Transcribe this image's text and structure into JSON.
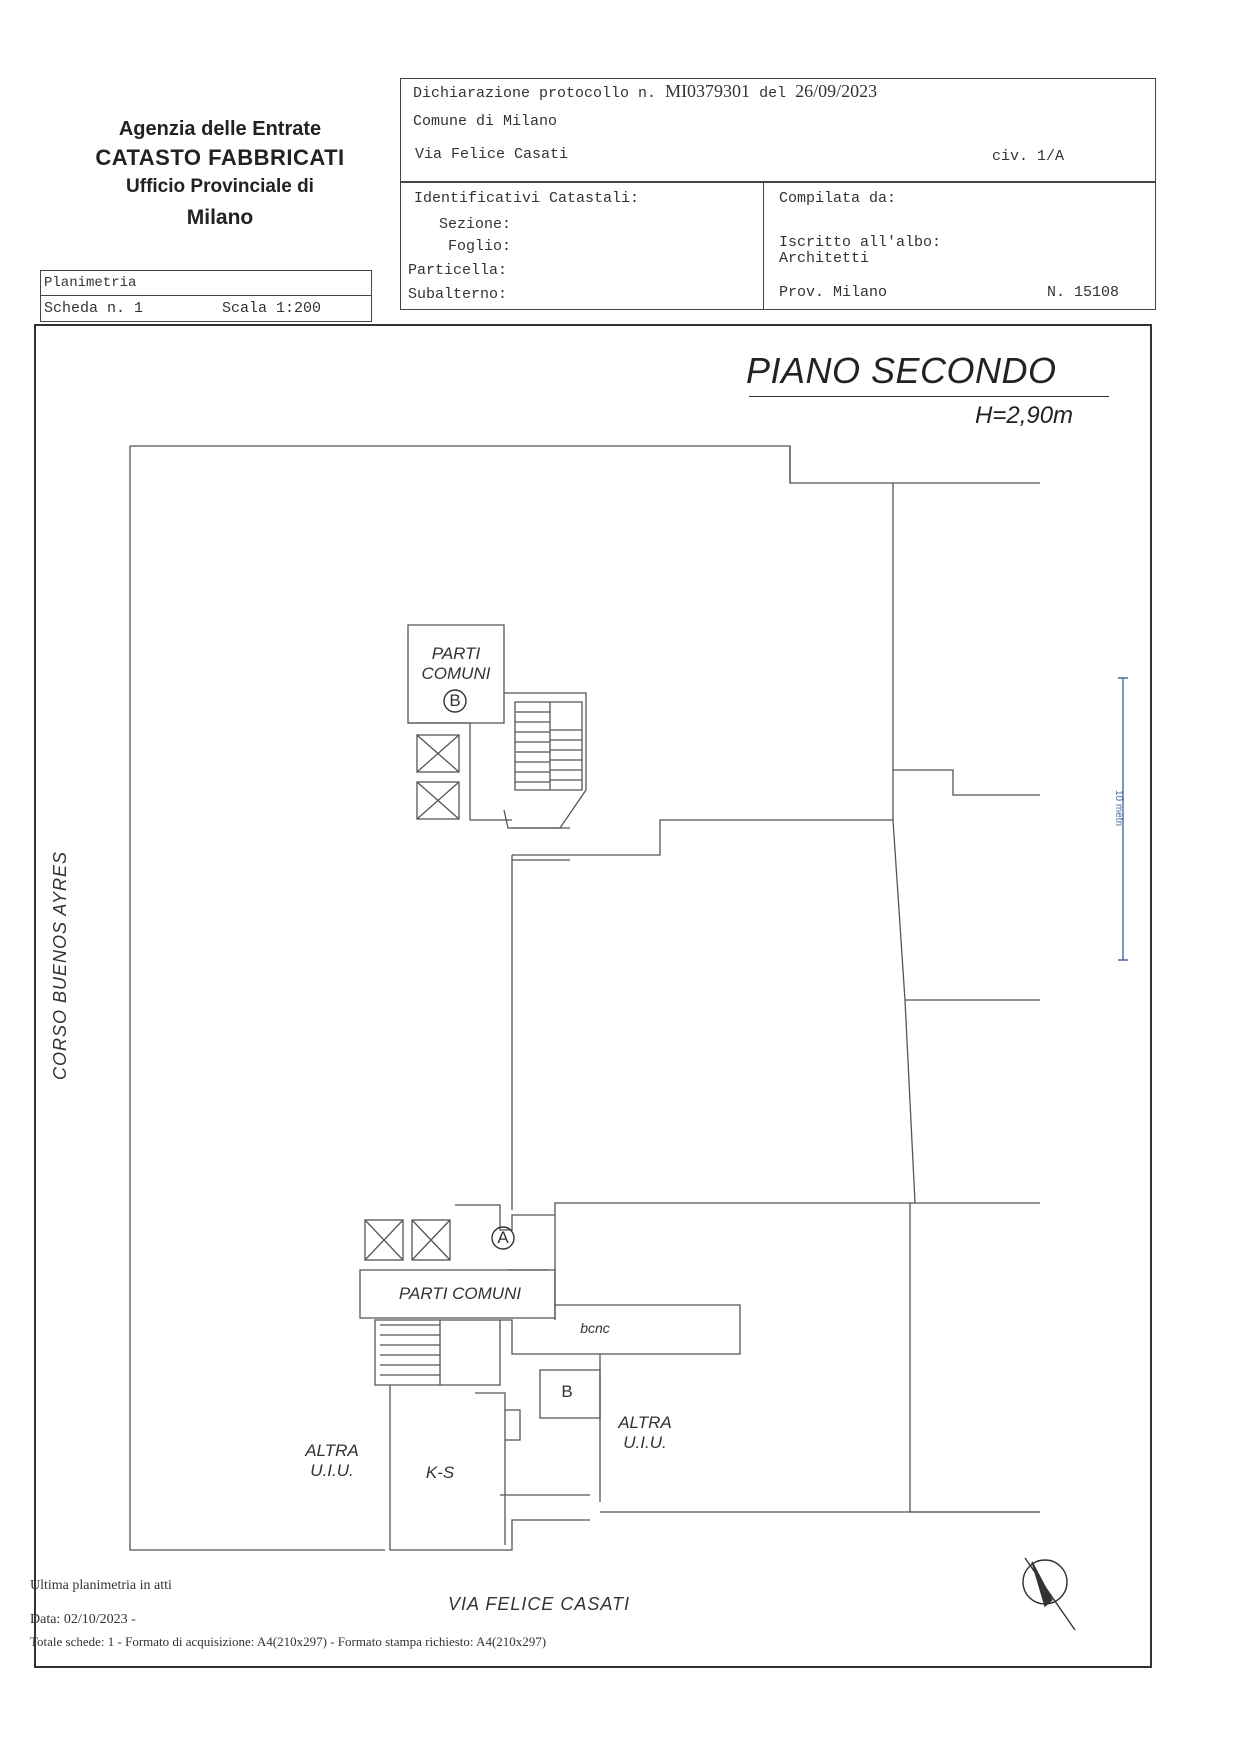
{
  "header": {
    "agency_line1": "Agenzia delle Entrate",
    "agency_line2": "CATASTO FABBRICATI",
    "agency_line3": "Ufficio Provinciale di",
    "agency_line4": "Milano",
    "declaration_prefix": "Dichiarazione protocollo n.",
    "protocol_number": "MI0379301",
    "date_prefix": "del",
    "protocol_date": "26/09/2023",
    "municipality": "Comune di Milano",
    "street": "Via Felice Casati",
    "civic_number": "civ. 1/A"
  },
  "identifiers": {
    "title": "Identificativi Catastali:",
    "sezione": "Sezione:",
    "foglio": "Foglio:",
    "particella": "Particella:",
    "subalterno": "Subalterno:"
  },
  "compiled": {
    "title": "Compilata da:",
    "registered": "Iscritto all'albo:",
    "profession": "Architetti",
    "province": "Prov. Milano",
    "number": "N. 15108"
  },
  "sheet": {
    "type": "Planimetria",
    "scheda": "Scheda n. 1",
    "scale": "Scala 1:200"
  },
  "plan": {
    "floor_title": "PIANO SECONDO",
    "height": "H=2,90m",
    "common_top_1": "PARTI",
    "common_top_2": "COMUNI",
    "marker_b": "B",
    "marker_a": "A",
    "common_bottom": "PARTI COMUNI",
    "bcnc": "bcnc",
    "bath": "B",
    "other_unit_1": "ALTRA",
    "other_unit_2": "U.I.U.",
    "kitchen": "K-S",
    "street_side": "CORSO BUENOS AYRES",
    "street_bottom": "VIA FELICE CASATI",
    "scale_bar_label": "10 metri"
  },
  "footer": {
    "last_plan": "Ultima planimetria in atti",
    "date": "Data: 02/10/2023 - ",
    "totals": "Totale schede: 1 - Formato di acquisizione: A4(210x297) - Formato stampa richiesto: A4(210x297)"
  }
}
